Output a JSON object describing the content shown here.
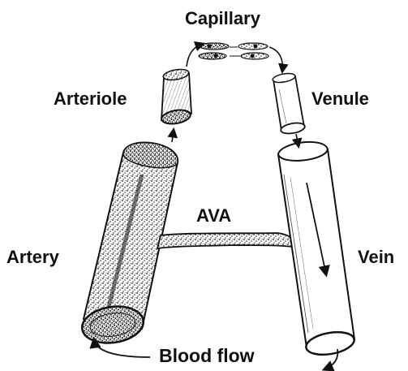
{
  "labels": {
    "capillary": "Capillary",
    "arteriole": "Arteriole",
    "venule": "Venule",
    "ava": "AVA",
    "artery": "Artery",
    "vein": "Vein",
    "blood_flow": "Blood flow"
  }
}
